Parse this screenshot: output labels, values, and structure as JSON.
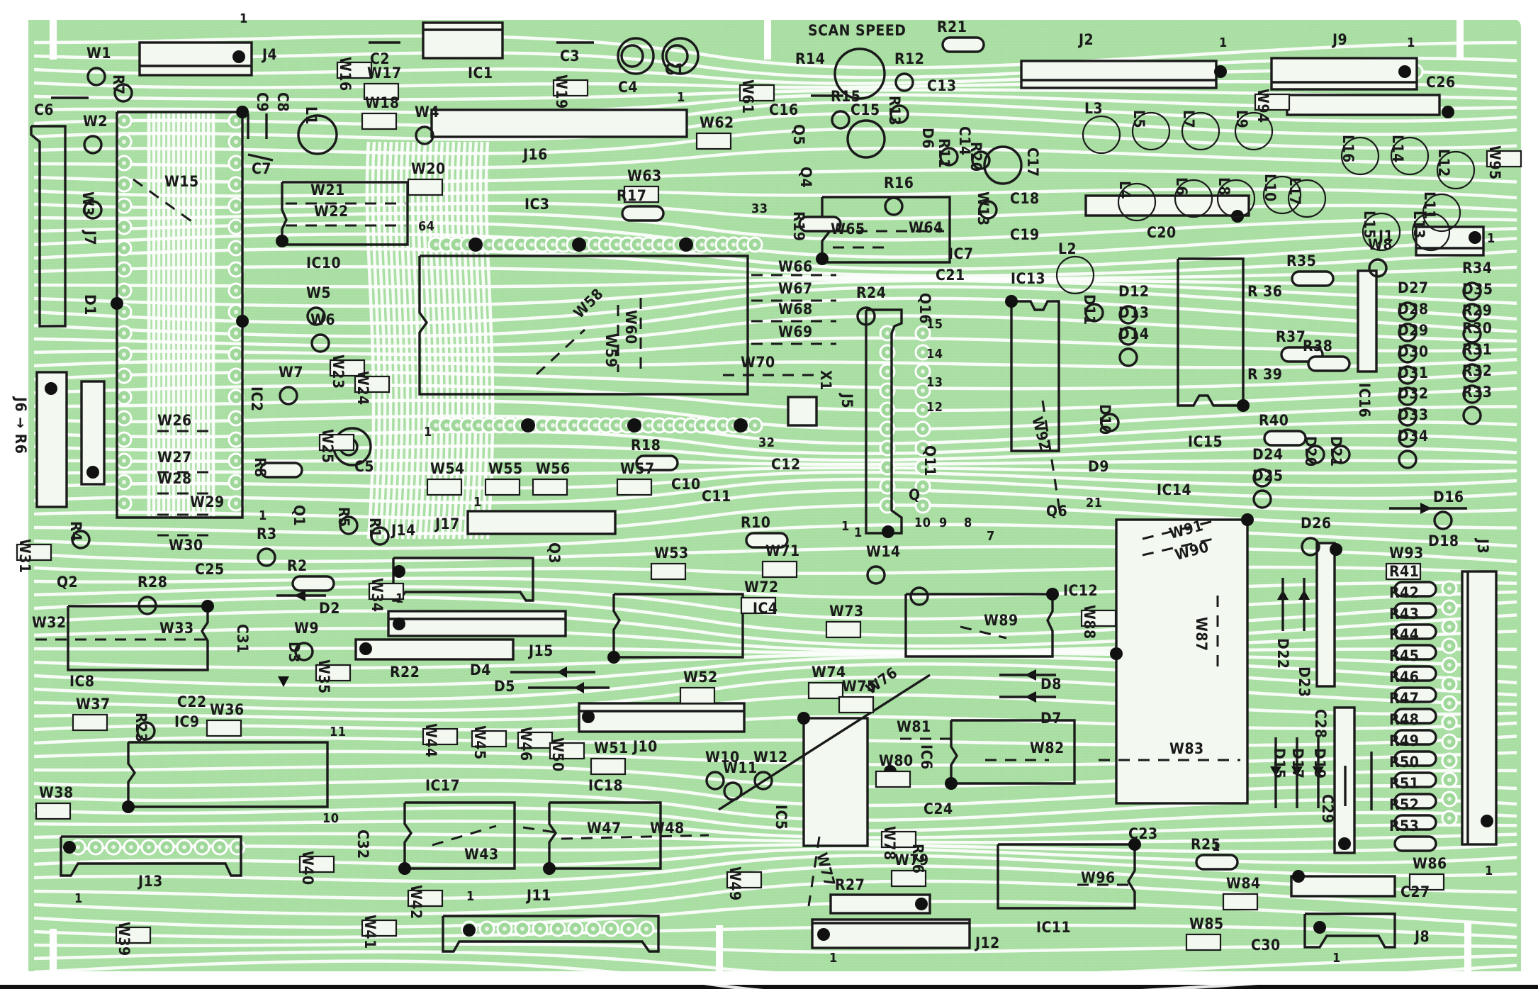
{
  "board": {
    "title": "SCAN SPEED",
    "colors": {
      "copper": "#a6dca0",
      "background": "#ffffff",
      "silkscreen": "#1a1a1a"
    }
  },
  "ics": [
    "IC1",
    "IC2",
    "IC3",
    "IC4",
    "IC5",
    "IC6",
    "IC7",
    "IC8",
    "IC9",
    "IC10",
    "IC11",
    "IC12",
    "IC13",
    "IC14",
    "IC15",
    "IC16",
    "IC17",
    "IC18"
  ],
  "connectors": [
    "J1",
    "J2",
    "J3",
    "J4",
    "J5",
    "J6",
    "J7",
    "J8",
    "J9",
    "J10",
    "J11",
    "J12",
    "J13",
    "J14",
    "J15",
    "J16",
    "J17"
  ],
  "pin_markers": {
    "one": "1",
    "ic3_pin64": "64",
    "ic3_pin33": "33",
    "ic3_pin32": "32",
    "ic9_pin10": "10",
    "ic9_pin11": "11",
    "ic14_pin21": "21",
    "q_pin10": "10",
    "q_pin9": "9",
    "q_pin8": "8",
    "q_pin7": "7",
    "q_pin12": "12",
    "q_pin13": "13",
    "q_pin14": "14",
    "q_pin15": "15"
  },
  "transistors": [
    "Q1",
    "Q2",
    "Q3",
    "Q4",
    "Q5",
    "Q6",
    "Q11",
    "Q16",
    "Q"
  ],
  "crystal": "X1",
  "resistors": [
    "R1",
    "R2",
    "R3",
    "R4",
    "R5",
    "R6",
    "R7",
    "R8",
    "R10",
    "R11",
    "R12",
    "R13",
    "R14",
    "R15",
    "R16",
    "R17",
    "R18",
    "R19",
    "R20",
    "R21",
    "R22",
    "R23",
    "R24",
    "R25",
    "R26",
    "R27",
    "R28",
    "R29",
    "R30",
    "R31",
    "R32",
    "R33",
    "R34",
    "R35",
    "R 36",
    "R37",
    "R38",
    "R 39",
    "R40",
    "R41",
    "R42",
    "R43",
    "R44",
    "R45",
    "R46",
    "R47",
    "R48",
    "R49",
    "R50",
    "R51",
    "R52",
    "R53"
  ],
  "capacitors": [
    "C1",
    "C2",
    "C3",
    "C4",
    "C5",
    "C6",
    "C7",
    "C8",
    "C9",
    "C10",
    "C11",
    "C12",
    "C13",
    "C14",
    "C15",
    "C16",
    "C17",
    "C18",
    "C19",
    "C20",
    "C21",
    "C22",
    "C23",
    "C24",
    "C25",
    "C26",
    "C27",
    "C28",
    "C29",
    "C30",
    "C31",
    "C32"
  ],
  "diodes": [
    "D1",
    "D2",
    "D3",
    "D4",
    "D5",
    "D6",
    "D7",
    "D8",
    "D9",
    "D10",
    "D11",
    "D12",
    "D13",
    "D14",
    "D15",
    "D16",
    "D17",
    "D18",
    "D19",
    "D20",
    "D21",
    "D22",
    "D23",
    "D24",
    "D25",
    "D26",
    "D27",
    "D28",
    "D29",
    "D30",
    "D31",
    "D32",
    "D33",
    "D34",
    "D35"
  ],
  "inductors": [
    "L1",
    "L2",
    "L3",
    "L4",
    "L5",
    "L6",
    "L7",
    "L8",
    "L9",
    "L10",
    "L11",
    "L12",
    "L13",
    "L14",
    "L15",
    "L16",
    "L17"
  ],
  "jumpers": [
    "W1",
    "W2",
    "W3",
    "W4",
    "W5",
    "W6",
    "W7",
    "W8",
    "W9",
    "W10",
    "W11",
    "W12",
    "W13",
    "W14",
    "W15",
    "W16",
    "W17",
    "W18",
    "W19",
    "W20",
    "W21",
    "W22",
    "W23",
    "W24",
    "W25",
    "W26",
    "W27",
    "W28",
    "W29",
    "W30",
    "W31",
    "W32",
    "W33",
    "W34",
    "W35",
    "W36",
    "W37",
    "W38",
    "W39",
    "W40",
    "W41",
    "W42",
    "W43",
    "W44",
    "W45",
    "W46",
    "W47",
    "W48",
    "W49",
    "W50",
    "W51",
    "W52",
    "W53",
    "W54",
    "W55",
    "W56",
    "W57",
    "W58",
    "W59",
    "W60",
    "W61",
    "W62",
    "W63",
    "W64",
    "W65",
    "W66",
    "W67",
    "W68",
    "W69",
    "W70",
    "W71",
    "W72",
    "W73",
    "W74",
    "W75",
    "W76",
    "W77",
    "W78",
    "W79",
    "W80",
    "W81",
    "W82",
    "W83",
    "W84",
    "W85",
    "W86",
    "W87",
    "W88",
    "W89",
    "W90",
    "W91",
    "W92",
    "W93",
    "W94",
    "W95",
    "W96"
  ],
  "annotations": {
    "j6_to_r6": "J6 → R6"
  }
}
